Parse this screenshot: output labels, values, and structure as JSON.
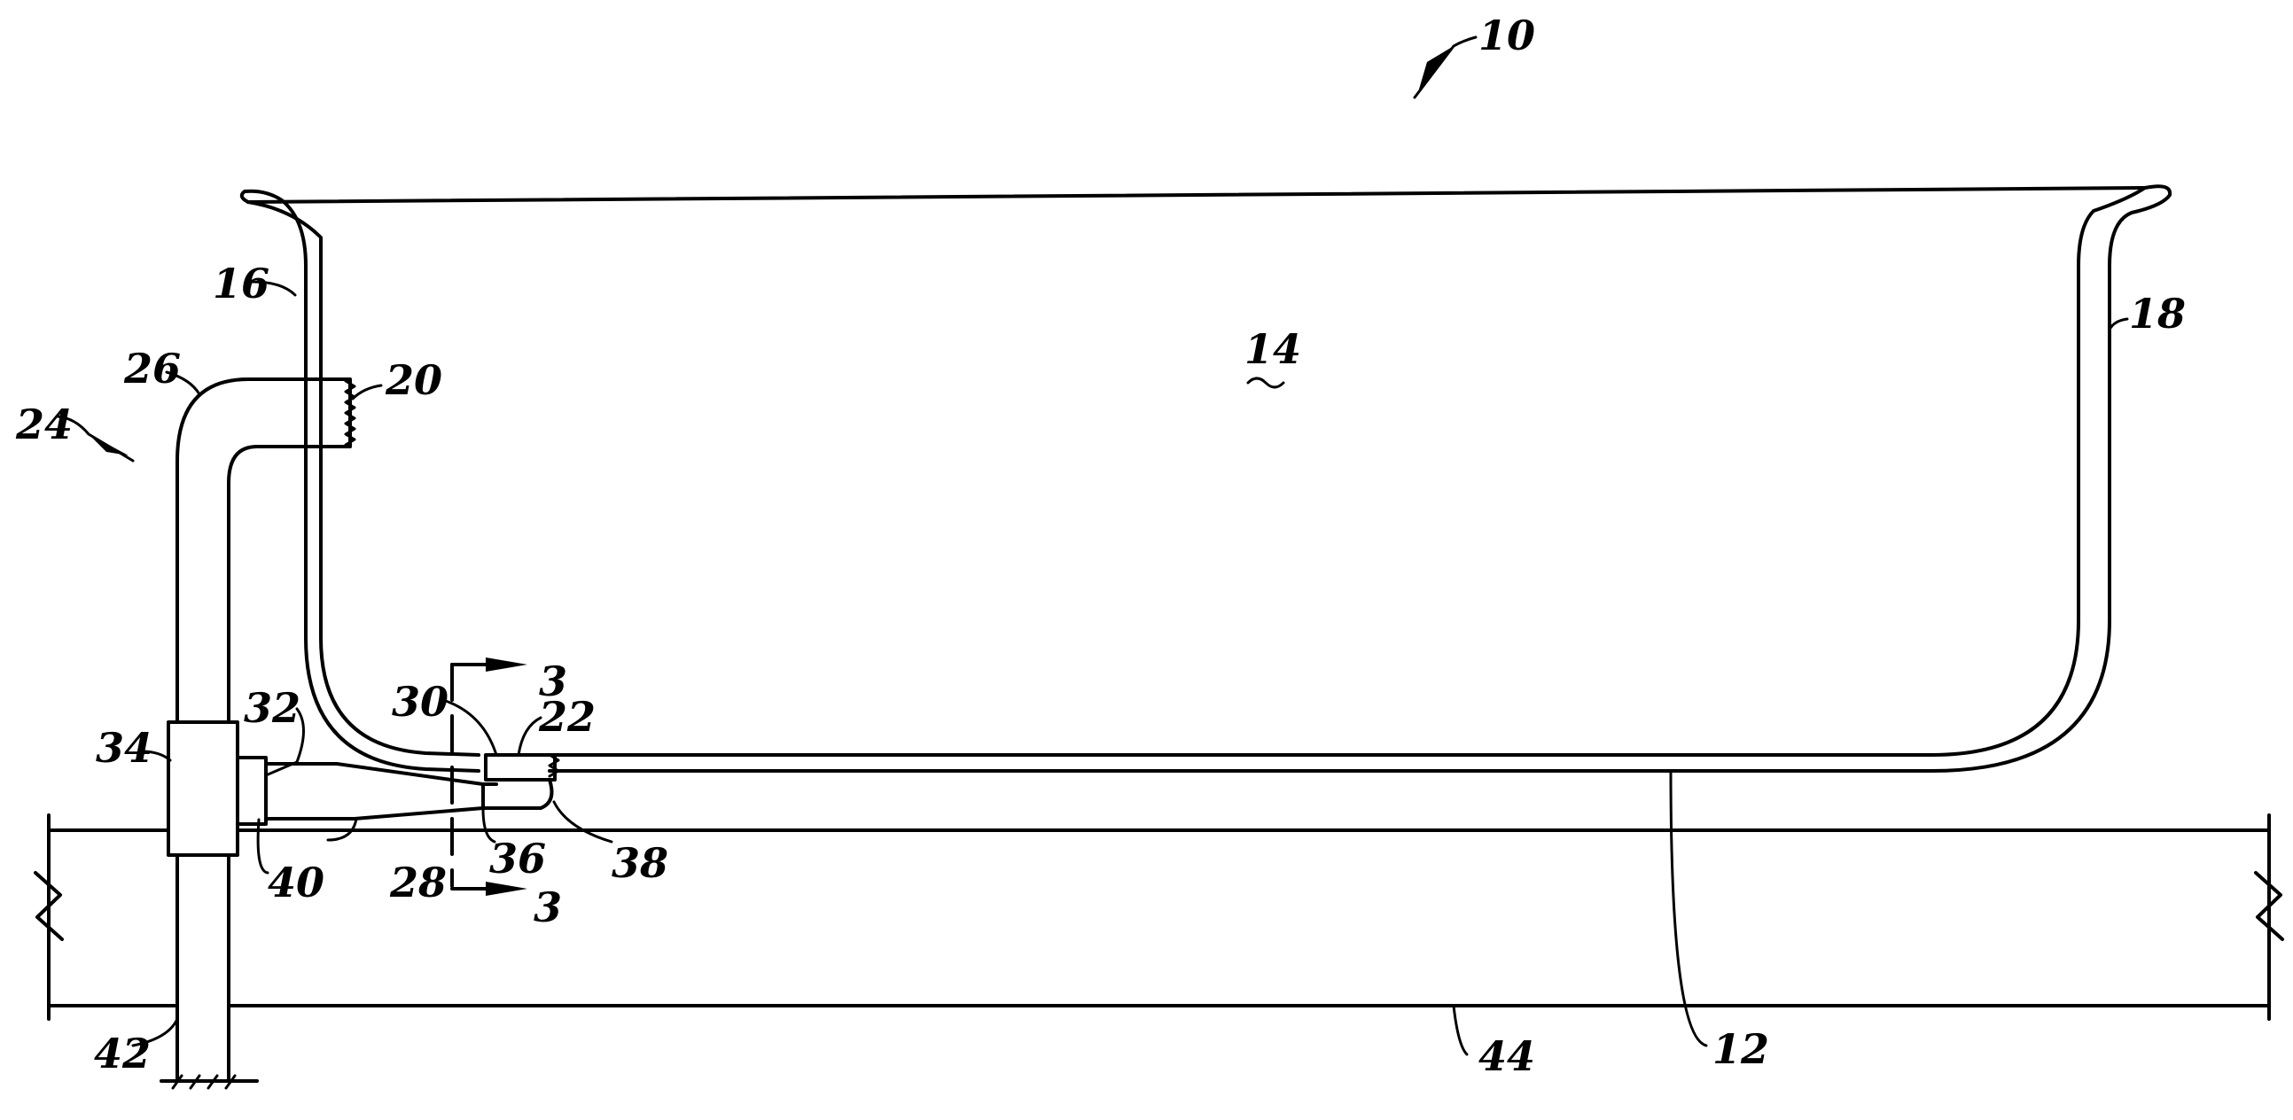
{
  "figure": {
    "labels": {
      "l10": "10",
      "l12": "12",
      "l14": "14",
      "l16": "16",
      "l18": "18",
      "l20": "20",
      "l22": "22",
      "l24": "24",
      "l26": "26",
      "l28": "28",
      "l30": "30",
      "l32": "32",
      "l34": "34",
      "l36": "36",
      "l38": "38",
      "l40": "40",
      "l42": "42",
      "l44": "44",
      "section_top": "3",
      "section_bottom": "3"
    }
  }
}
